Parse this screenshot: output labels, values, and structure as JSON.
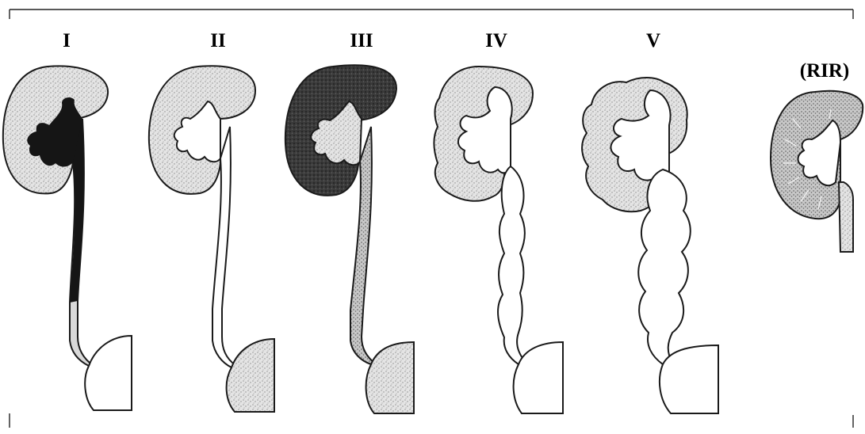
{
  "figure": {
    "labels": {
      "grade_1": "I",
      "grade_2": "II",
      "grade_3": "III",
      "grade_4": "IV",
      "grade_5": "V",
      "rir": "(RIR)"
    }
  },
  "colors": {
    "background": "#ffffff",
    "outline": "#1a1a1a",
    "contrast_dark": "#1e1e1e",
    "parenchyma_stipple": "#b5b5b5"
  }
}
